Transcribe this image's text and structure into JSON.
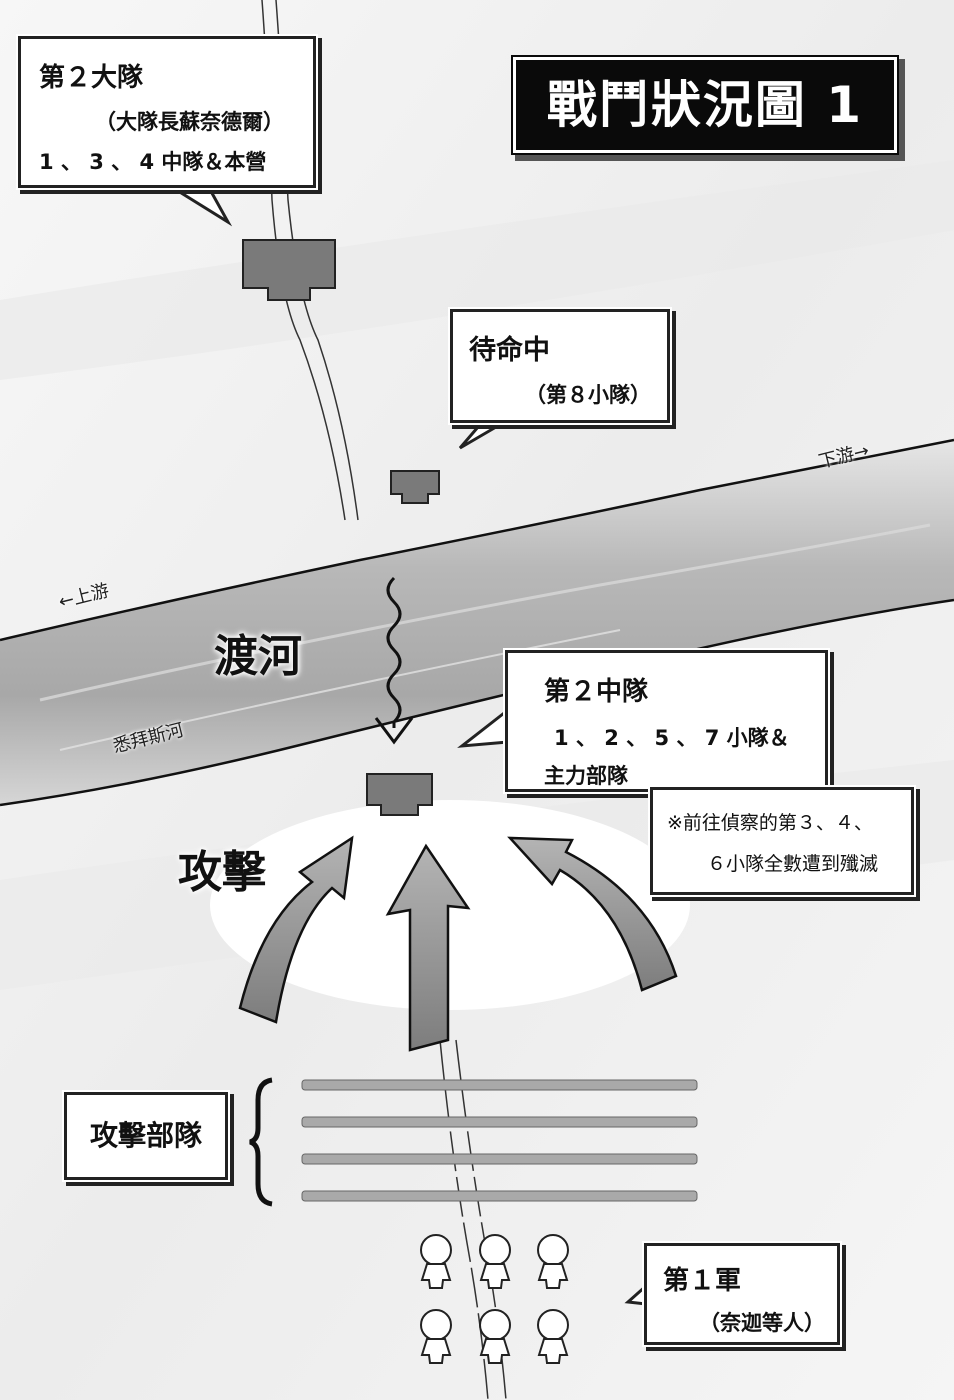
{
  "title": "戰鬥狀況圖 1",
  "battalion": {
    "name": "第２大隊",
    "commander": "（大隊長蘇奈德爾）",
    "units": "1 、 3 、 4 中隊＆本營"
  },
  "standby": {
    "status": "待命中",
    "unit": "（第８小隊）"
  },
  "company": {
    "name": "第２中隊",
    "units_line1": "1 、 2 、 5 、 7 小隊＆",
    "units_line2": "主力部隊"
  },
  "note": {
    "line1": "※前往偵察的第３、４、",
    "line2": "６小隊全數遭到殲滅"
  },
  "labels": {
    "downstream": "下游→",
    "upstream": "←上游",
    "river_name": "悉拜斯河",
    "crossing": "渡河",
    "attack": "攻擊"
  },
  "attack_force": {
    "label": "攻擊部隊"
  },
  "first_army": {
    "name": "第１軍",
    "members": "（奈迦等人）"
  },
  "colors": {
    "unit_marker": "#7a7a7a",
    "arrow_fill": "#9a9a9a",
    "river_fill": "#bdbdbd",
    "background": "#f3f3f3"
  }
}
